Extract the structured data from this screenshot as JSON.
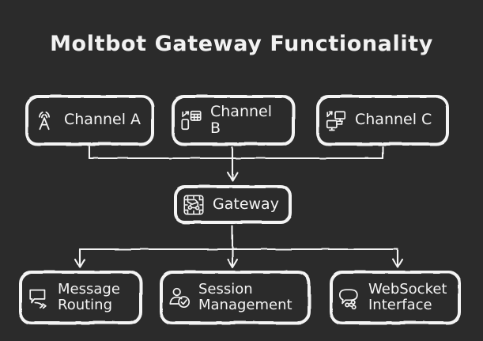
{
  "title": "Moltbot Gateway Functionality",
  "colors": {
    "background": "#2b2b2b",
    "stroke": "#f4f4f4",
    "text": "#f4f4f4"
  },
  "nodes": {
    "channel_a": {
      "label": "Channel A",
      "icon": "antenna-broadcast-icon"
    },
    "channel_b": {
      "label": "Channel B",
      "icon": "mobile-sync-grid-icon"
    },
    "channel_c": {
      "label": "Channel C",
      "icon": "networked-monitors-icon"
    },
    "gateway": {
      "label": "Gateway",
      "icon": "network-chip-icon"
    },
    "message_routing": {
      "label": "Message\nRouting",
      "icon": "speech-bubble-arrow-icon"
    },
    "session_management": {
      "label": "Session\nManagement",
      "icon": "user-check-icon"
    },
    "websocket_interface": {
      "label": "WebSocket\nInterface",
      "icon": "speech-bubble-share-icon"
    }
  },
  "edges": [
    {
      "from": "channel_a",
      "to": "gateway"
    },
    {
      "from": "channel_b",
      "to": "gateway"
    },
    {
      "from": "channel_c",
      "to": "gateway"
    },
    {
      "from": "gateway",
      "to": "message_routing"
    },
    {
      "from": "gateway",
      "to": "session_management"
    },
    {
      "from": "gateway",
      "to": "websocket_interface"
    }
  ]
}
